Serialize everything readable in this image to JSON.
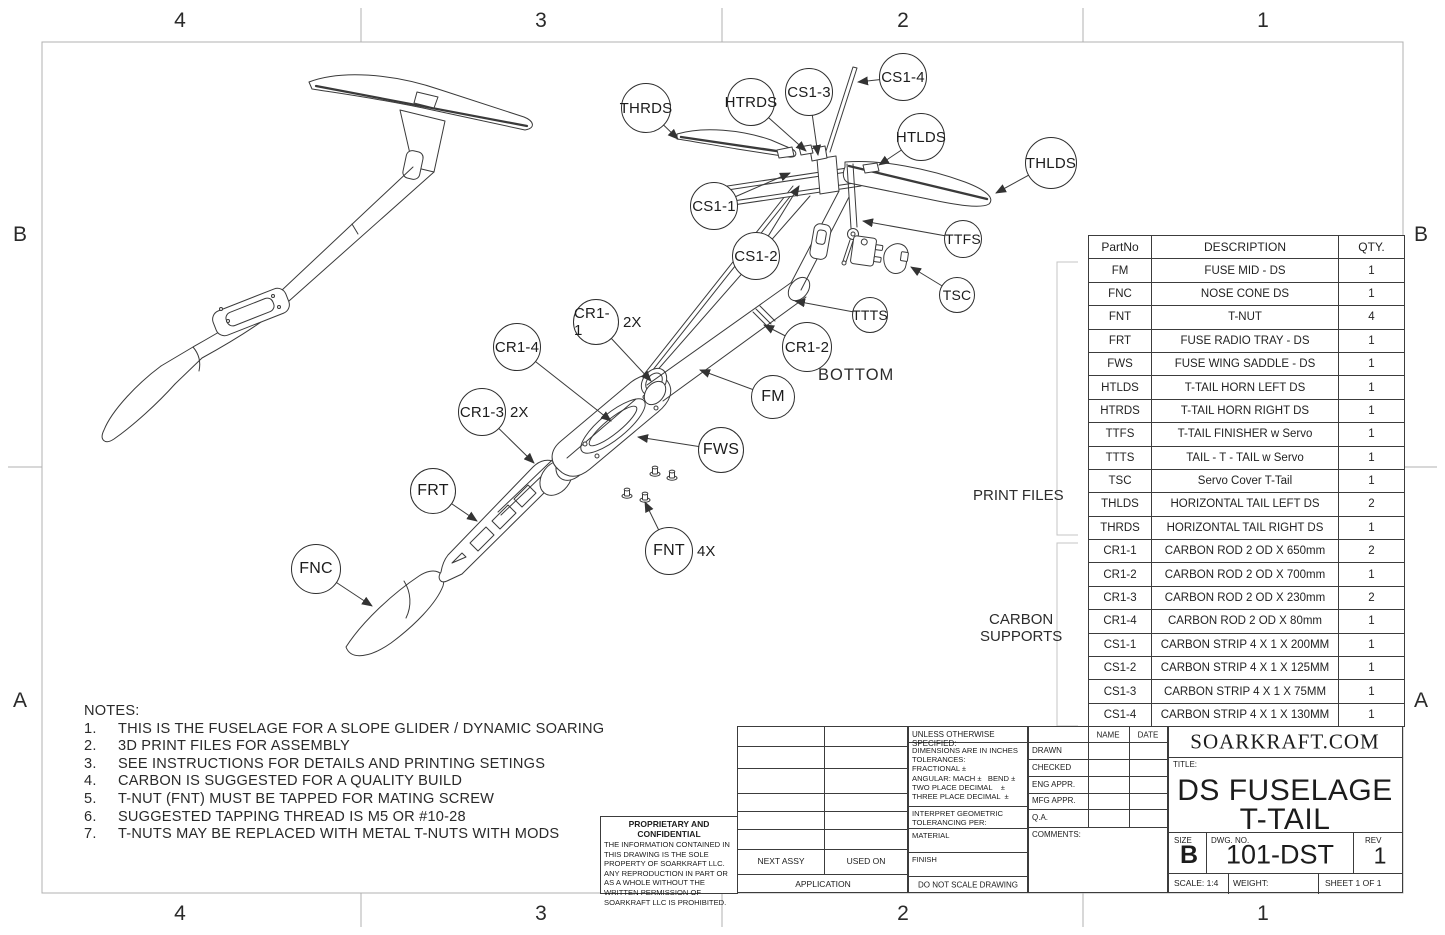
{
  "zones": {
    "columns": [
      "4",
      "3",
      "2",
      "1"
    ],
    "rows": [
      "B",
      "A"
    ]
  },
  "callouts": [
    {
      "label": "THRDS"
    },
    {
      "label": "HTRDS"
    },
    {
      "label": "CS1-3"
    },
    {
      "label": "CS1-4"
    },
    {
      "label": "HTLDS"
    },
    {
      "label": "THLDS"
    },
    {
      "label": "CS1-1"
    },
    {
      "label": "CS1-2"
    },
    {
      "label": "TTFS"
    },
    {
      "label": "TSC"
    },
    {
      "label": "TTTS"
    },
    {
      "label": "CR1-2"
    },
    {
      "label": "CR1-1",
      "suffix": "2X"
    },
    {
      "label": "CR1-4"
    },
    {
      "label": "CR1-3",
      "suffix": "2X"
    },
    {
      "label": "FM"
    },
    {
      "label": "FWS"
    },
    {
      "label": "FRT"
    },
    {
      "label": "FNT",
      "suffix": "4X"
    },
    {
      "label": "FNC"
    }
  ],
  "drawing_labels": {
    "bottom": "BOTTOM",
    "print_files": "PRINT FILES",
    "carbon_supports_1": "CARBON",
    "carbon_supports_2": "SUPPORTS"
  },
  "parts_table": {
    "headers": [
      "PartNo",
      "DESCRIPTION",
      "QTY."
    ],
    "rows": [
      {
        "part": "FM",
        "desc": "FUSE MID - DS",
        "qty": "1"
      },
      {
        "part": "FNC",
        "desc": "NOSE CONE DS",
        "qty": "1"
      },
      {
        "part": "FNT",
        "desc": "T-NUT",
        "qty": "4"
      },
      {
        "part": "FRT",
        "desc": "FUSE RADIO TRAY - DS",
        "qty": "1"
      },
      {
        "part": "FWS",
        "desc": "FUSE WING SADDLE - DS",
        "qty": "1"
      },
      {
        "part": "HTLDS",
        "desc": "T-TAIL HORN LEFT DS",
        "qty": "1"
      },
      {
        "part": "HTRDS",
        "desc": "T-TAIL HORN RIGHT DS",
        "qty": "1"
      },
      {
        "part": "TTFS",
        "desc": "T-TAIL FINISHER w Servo",
        "qty": "1"
      },
      {
        "part": "TTTS",
        "desc": "TAIL - T - TAIL w Servo",
        "qty": "1"
      },
      {
        "part": "TSC",
        "desc": "Servo Cover T-Tail",
        "qty": "1"
      },
      {
        "part": "THLDS",
        "desc": "HORIZONTAL TAIL LEFT DS",
        "qty": "2"
      },
      {
        "part": "THRDS",
        "desc": "HORIZONTAL TAIL RIGHT DS",
        "qty": "1"
      },
      {
        "part": "CR1-1",
        "desc": "CARBON ROD 2 OD X 650mm",
        "qty": "2"
      },
      {
        "part": "CR1-2",
        "desc": "CARBON ROD 2 OD X 700mm",
        "qty": "1"
      },
      {
        "part": "CR1-3",
        "desc": "CARBON ROD 2 OD X 230mm",
        "qty": "2"
      },
      {
        "part": "CR1-4",
        "desc": "CARBON ROD 2 OD X 80mm",
        "qty": "1"
      },
      {
        "part": "CS1-1",
        "desc": "CARBON STRIP 4 X 1 X 200MM",
        "qty": "1"
      },
      {
        "part": "CS1-2",
        "desc": "CARBON STRIP 4 X 1 X 125MM",
        "qty": "1"
      },
      {
        "part": "CS1-3",
        "desc": "CARBON STRIP 4 X 1 X 75MM",
        "qty": "1"
      },
      {
        "part": "CS1-4",
        "desc": "CARBON STRIP 4 X 1 X 130MM",
        "qty": "1"
      }
    ]
  },
  "notes": {
    "title": "NOTES:",
    "items": [
      {
        "num": "1.",
        "text": "THIS IS THE FUSELAGE FOR A SLOPE GLIDER / DYNAMIC SOARING"
      },
      {
        "num": "2.",
        "text": "3D PRINT FILES FOR ASSEMBLY"
      },
      {
        "num": "3.",
        "text": "SEE INSTRUCTIONS FOR DETAILS AND PRINTING SETINGS"
      },
      {
        "num": "4.",
        "text": "CARBON IS SUGGESTED FOR A QUALITY BUILD"
      },
      {
        "num": "5.",
        "text": "T-NUT (FNT) MUST BE TAPPED FOR MATING SCREW"
      },
      {
        "num": "6.",
        "text": "SUGGESTED TAPPING THREAD IS M5 OR #10-28"
      },
      {
        "num": "7.",
        "text": "T-NUTS MAY BE REPLACED WITH METAL T-NUTS WITH MODS"
      }
    ]
  },
  "title_block": {
    "company": "SOARKRAFT.COM",
    "title_label": "TITLE:",
    "title_line1": "DS FUSELAGE",
    "title_line2": "T-TAIL",
    "size_label": "SIZE",
    "size_value": "B",
    "dwg_label": "DWG.  NO.",
    "dwg_value": "101-DST",
    "rev_label": "REV",
    "rev_value": "1",
    "scale": "SCALE: 1:4",
    "weight": "WEIGHT:",
    "sheet": "SHEET 1 OF 1",
    "spec_header": "UNLESS OTHERWISE SPECIFIED:",
    "spec_lines": [
      "DIMENSIONS ARE IN INCHES",
      "TOLERANCES:",
      "FRACTIONAL ±",
      "ANGULAR: MACH ±   BEND ±",
      "TWO PLACE DECIMAL    ±",
      "THREE PLACE DECIMAL  ±"
    ],
    "interpret_line1": "INTERPRET GEOMETRIC",
    "interpret_line2": "TOLERANCING PER:",
    "material_label": "MATERIAL",
    "finish_label": "FINISH",
    "do_not_scale": "DO NOT SCALE DRAWING",
    "name_col": "NAME",
    "date_col": "DATE",
    "approval_rows": [
      "DRAWN",
      "CHECKED",
      "ENG APPR.",
      "MFG APPR.",
      "Q.A."
    ],
    "comments_label": "COMMENTS:",
    "proprietary_title": "PROPRIETARY AND CONFIDENTIAL",
    "proprietary_body": "THE INFORMATION CONTAINED IN THIS DRAWING IS THE SOLE PROPERTY OF SOARKRAFT LLC.  ANY REPRODUCTION IN PART OR AS A WHOLE WITHOUT THE WRITTEN PERMISSION OF SOARKRAFT LLC IS PROHIBITED.",
    "next_assy": "NEXT ASSY",
    "used_on": "USED ON",
    "application": "APPLICATION"
  }
}
